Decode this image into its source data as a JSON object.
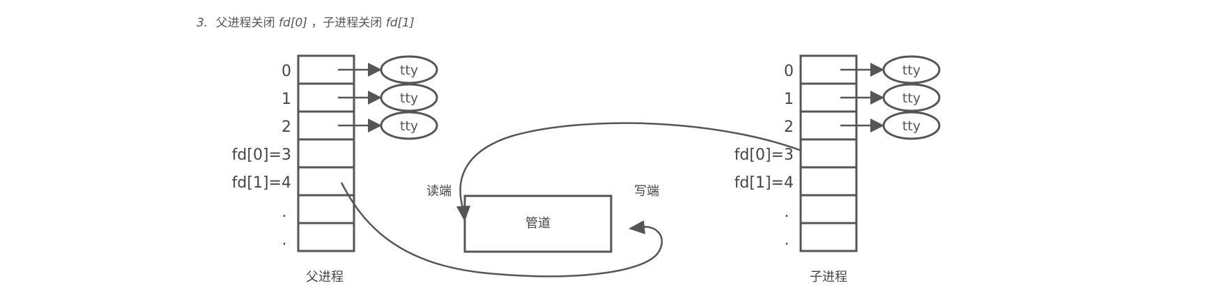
{
  "caption": {
    "number": "3.",
    "part1": "父进程关闭",
    "part2": "fd[0]",
    "part3": "，子进程关闭",
    "part4": "fd[1]"
  },
  "parent": {
    "label": "父进程",
    "rows": [
      "0",
      "1",
      "2",
      "fd[0]=3",
      "fd[1]=4",
      ".",
      "."
    ]
  },
  "child": {
    "label": "子进程",
    "rows": [
      "0",
      "1",
      "2",
      "fd[0]=3",
      "fd[1]=4",
      ".",
      "."
    ]
  },
  "tty_label": "tty",
  "pipe": {
    "label": "管道",
    "read_end": "读端",
    "write_end": "写端"
  },
  "colors": {
    "stroke": "#555555",
    "text": "#444444"
  }
}
